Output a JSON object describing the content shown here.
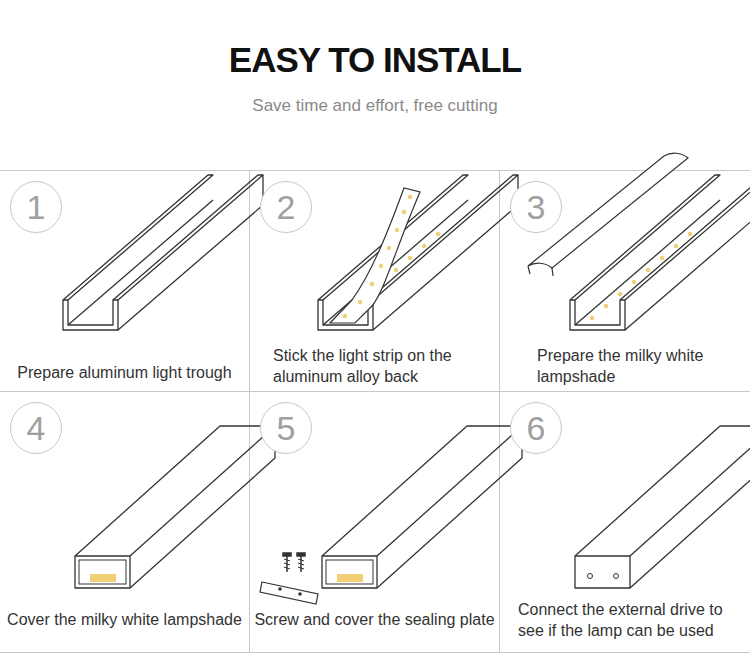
{
  "diagram": {
    "title": "EASY TO INSTALL",
    "nodes": [
      {
        "text": [
          "Prepare aluminum light trough"
        ]
      },
      {
        "text": [
          "1"
        ],
        "in": 0
      },
      {
        "text": [
          "Stick the light strip on the aluminum alloy back"
        ]
      },
      {
        "text": [
          "2"
        ],
        "in": 2
      },
      {
        "text": [
          "Prepare the milky white lampshade"
        ]
      },
      {
        "text": [
          "3"
        ],
        "in": 4
      },
      {
        "text": [
          "Cover the milky white lampshade"
        ]
      },
      {
        "text": [
          "4"
        ],
        "in": 6
      },
      {
        "text": [
          "Screw and cover the sealing plate"
        ]
      },
      {
        "text": [
          "5"
        ],
        "in": 8
      },
      {
        "text": [
          "Connect the external drive to see if the lamp can be used"
        ]
      },
      {
        "text": [
          "6"
        ],
        "in": 10
      }
    ],
    "labels": [
      "Save time and effort, free cutting"
    ]
  }
}
